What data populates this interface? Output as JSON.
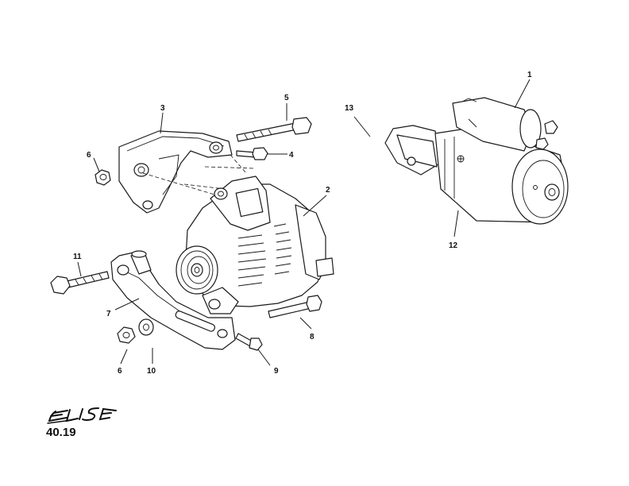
{
  "logo": {
    "text": "ELISE"
  },
  "page_code": "40.19",
  "callouts": {
    "c1": "1",
    "c2": "2",
    "c3": "3",
    "c4": "4",
    "c5": "5",
    "c6a": "6",
    "c6b": "6",
    "c7": "7",
    "c8": "8",
    "c9": "9",
    "c10": "10",
    "c11": "11",
    "c12": "12",
    "c13": "13"
  },
  "colors": {
    "ink": "#1a1a1a",
    "paper": "#ffffff"
  }
}
